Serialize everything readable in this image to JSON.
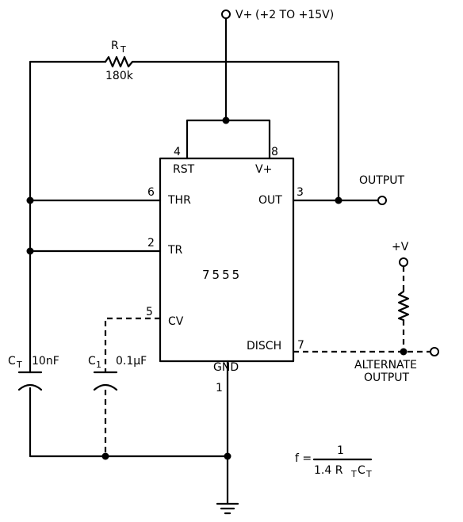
{
  "supply": {
    "label": "V+",
    "range": "(+2 TO +15V)"
  },
  "rt": {
    "name": "R",
    "sub": "T",
    "value": "180k"
  },
  "ic": {
    "part": "7555",
    "pins": {
      "rst": {
        "name": "RST",
        "num": "4"
      },
      "vplus": {
        "name": "V+",
        "num": "8"
      },
      "thr": {
        "name": "THR",
        "num": "6"
      },
      "out": {
        "name": "OUT",
        "num": "3"
      },
      "tr": {
        "name": "TR",
        "num": "2"
      },
      "cv": {
        "name": "CV",
        "num": "5"
      },
      "disch": {
        "name": "DISCH",
        "num": "7"
      },
      "gnd": {
        "name": "GND",
        "num": "1"
      }
    }
  },
  "output": {
    "label": "OUTPUT"
  },
  "pullup": {
    "label": "+V"
  },
  "alt_output": {
    "line1": "ALTERNATE",
    "line2": "OUTPUT"
  },
  "ct": {
    "name": "C",
    "sub": "T",
    "value": "10nF"
  },
  "c1": {
    "name": "C",
    "sub": "1",
    "value": "0.1μF"
  },
  "formula": {
    "lhs": "f =",
    "num": "1",
    "den_prefix": "1.4 R",
    "den_sub1": "T",
    "den_mid": "C",
    "den_sub2": "T"
  }
}
